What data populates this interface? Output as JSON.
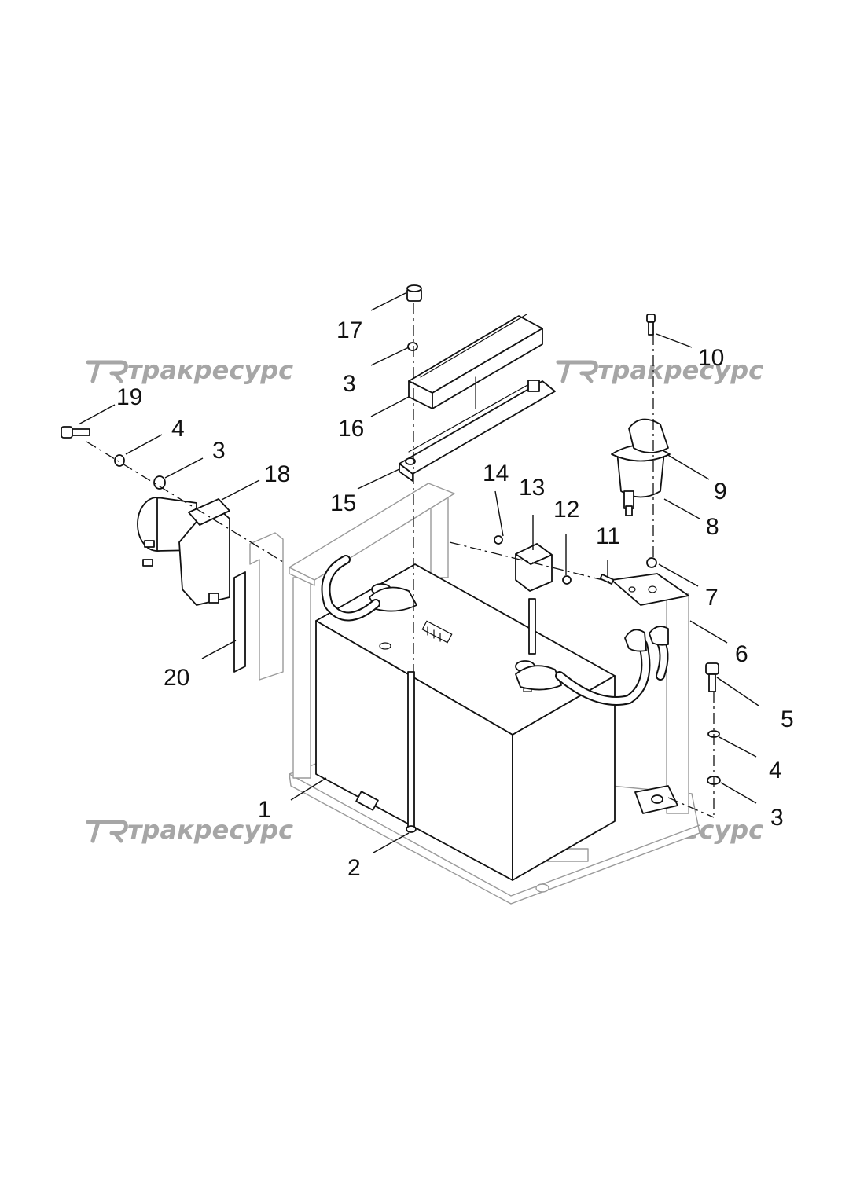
{
  "watermark": {
    "text": "тракресурс",
    "logo_letters": "TR",
    "color": "#a6a6a6"
  },
  "callouts": {
    "c1": "1",
    "c2": "2",
    "c3a": "3",
    "c3b": "3",
    "c3c": "3",
    "c4a": "4",
    "c4b": "4",
    "c5": "5",
    "c6": "6",
    "c7": "7",
    "c8": "8",
    "c9": "9",
    "c10": "10",
    "c11": "11",
    "c12": "12",
    "c13": "13",
    "c14": "14",
    "c15": "15",
    "c16": "16",
    "c17": "17",
    "c18": "18",
    "c19": "19",
    "c20": "20"
  }
}
